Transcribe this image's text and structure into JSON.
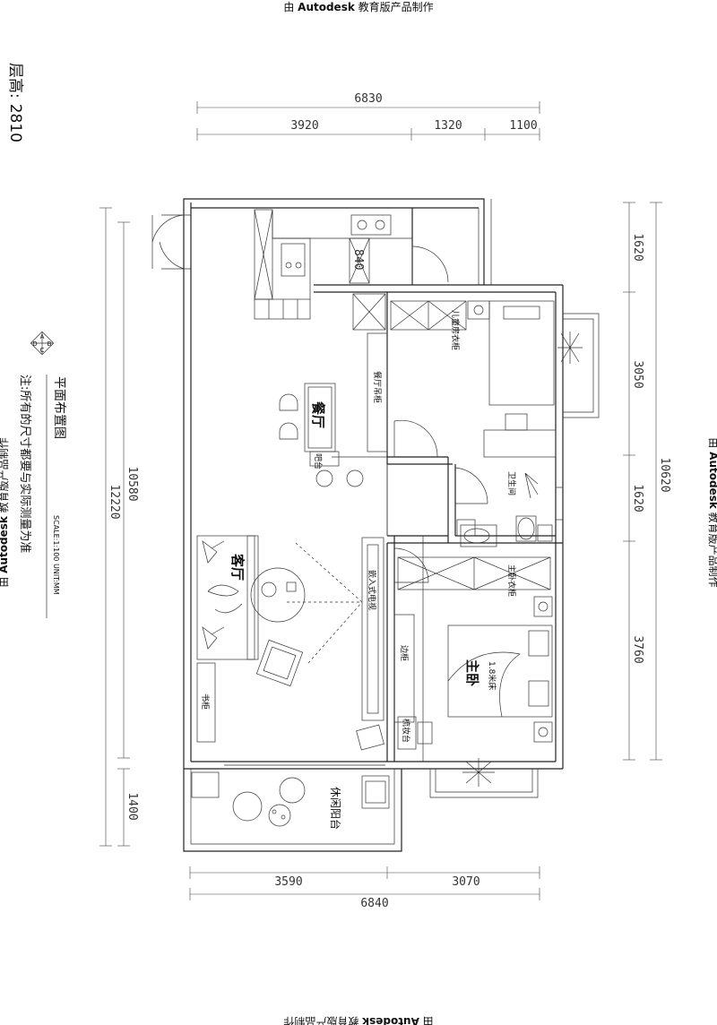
{
  "watermark": {
    "text_prefix": "由 ",
    "brand": "Autodesk",
    "text_suffix": " 教育版产品制作"
  },
  "floor_height": {
    "label": "层高:",
    "value": "2810"
  },
  "notes": {
    "plan_title": "平面布置图",
    "note": "注:所有的尺寸都要与实际测量为准",
    "scale": "SCALE:1:100 UNIT:MM",
    "compass": [
      "A",
      "B",
      "C",
      "D"
    ]
  },
  "dimensions": {
    "top_total": "6830",
    "top_segments": [
      "3920",
      "1320",
      "1100"
    ],
    "bottom_segments": [
      "3590",
      "3070"
    ],
    "bottom_total": "6840",
    "left_inner": "10580",
    "left_outer": "12220",
    "left_balcony": "1400",
    "right_segments": [
      "1620",
      "3050",
      "1620",
      "3760"
    ],
    "right_total": "10620",
    "kitchen_counter": "840"
  },
  "rooms": {
    "dining": "餐厅",
    "living": "客厅",
    "master_bedroom": "主卧",
    "bathroom": "卫生间",
    "leisure_balcony": "休闲阳台"
  },
  "furniture": {
    "dining_sideboard": "餐厅吊柜",
    "bar_counter": "吧台",
    "kids_wardrobe": "儿童房衣柜",
    "master_wardrobe": "主卧衣柜",
    "embedded_tv": "嵌入式电视",
    "side_cabinet": "边柜",
    "bed_size": "1.8米床",
    "dresser": "梳妆台",
    "bookcase": "书柜"
  }
}
